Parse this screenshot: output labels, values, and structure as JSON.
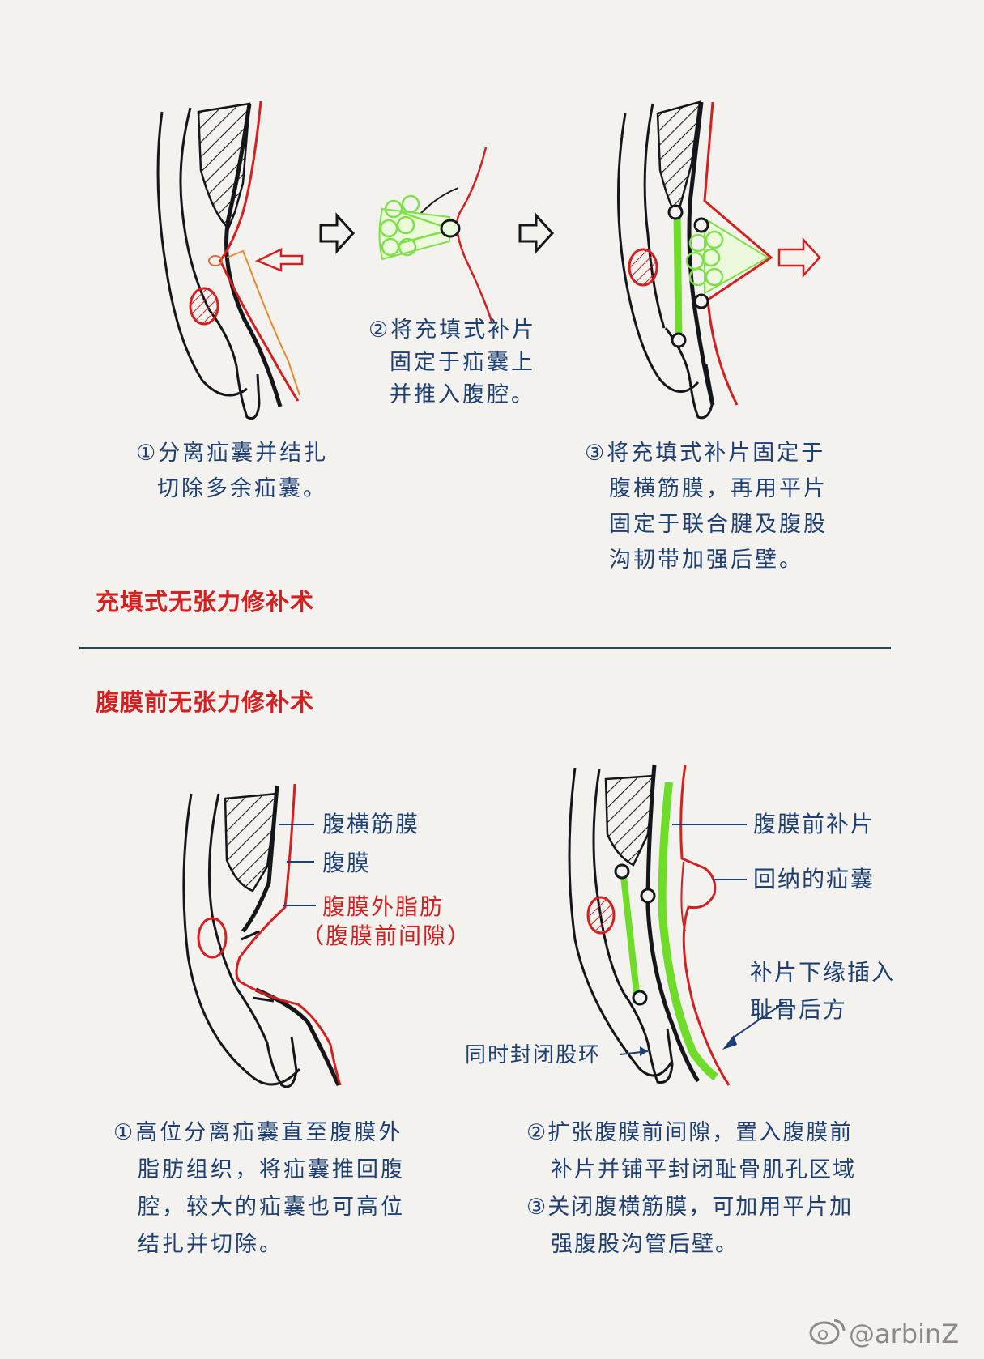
{
  "section1": {
    "title": "充填式无张力修补术",
    "step1": [
      "①分离疝囊并结扎",
      "切除多余疝囊。"
    ],
    "step2": [
      "②将充填式补片",
      "固定于疝囊上",
      "并推入腹腔。"
    ],
    "step3": [
      "③将充填式补片固定于",
      "腹横筋膜，再用平片",
      "固定于联合腱及腹股",
      "沟韧带加强后壁。"
    ]
  },
  "section2": {
    "title": "腹膜前无张力修补术",
    "labels": {
      "transversalis_fascia": "腹横筋膜",
      "peritoneum": "腹膜",
      "extraperitoneal_fat": "腹膜外脂肪",
      "preperitoneal_space": "（腹膜前间隙）",
      "preperitoneal_mesh": "腹膜前补片",
      "reduced_sac": "回纳的疝囊",
      "mesh_lower_edge": [
        "补片下缘插入",
        "耻骨后方"
      ],
      "femoral_ring": "同时封闭股环"
    },
    "step1": [
      "①高位分离疝囊直至腹膜外",
      "脂肪组织，将疝囊推回腹",
      "腔，较大的疝囊也可高位",
      "结扎并切除。"
    ],
    "step2": [
      "②扩张腹膜前间隙，置入腹膜前",
      "补片并铺平封闭耻骨肌孔区域",
      "③关闭腹横筋膜，可加用平片加",
      "强腹股沟管后壁。"
    ]
  },
  "watermark": "@arbinZ",
  "colors": {
    "ink": "#1d3f73",
    "red": "#d42020",
    "green": "#6fdc2a",
    "outline": "#15161a"
  }
}
